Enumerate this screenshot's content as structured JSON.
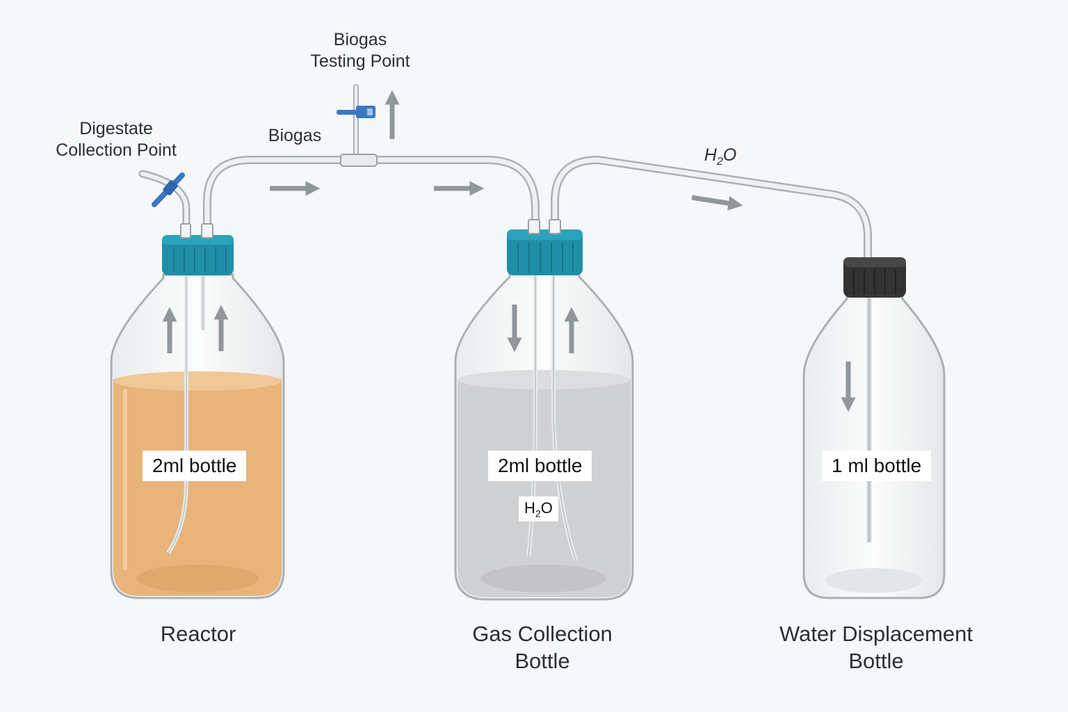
{
  "labels": {
    "biogas_testing_l1": "Biogas",
    "biogas_testing_l2": "Testing Point",
    "digestate_l1": "Digestate",
    "digestate_l2": "Collection Point",
    "biogas_flow": "Biogas",
    "h2o_tube": "H",
    "h2o_tube_sub": "2",
    "h2o_tube_end": "O"
  },
  "bottles": [
    {
      "name": "Reactor",
      "name_l2": "",
      "volume": "2ml bottle"
    },
    {
      "name": "Gas Collection",
      "name_l2": "Bottle",
      "volume": "2ml bottle"
    },
    {
      "name": "Water Displacement",
      "name_l2": "Bottle",
      "volume": "1 ml bottle"
    }
  ],
  "water_tag": {
    "h": "H",
    "sub": "2",
    "o": "O"
  },
  "colors": {
    "reactor_liquid": "#e8b47a",
    "gas_liquid": "#cfd0d2",
    "cap_blue": "#1f8fa8",
    "cap_black": "#333333",
    "valve_blue": "#3a78c2",
    "arrow": "#8f979b",
    "tube": "#c8cdd0"
  }
}
